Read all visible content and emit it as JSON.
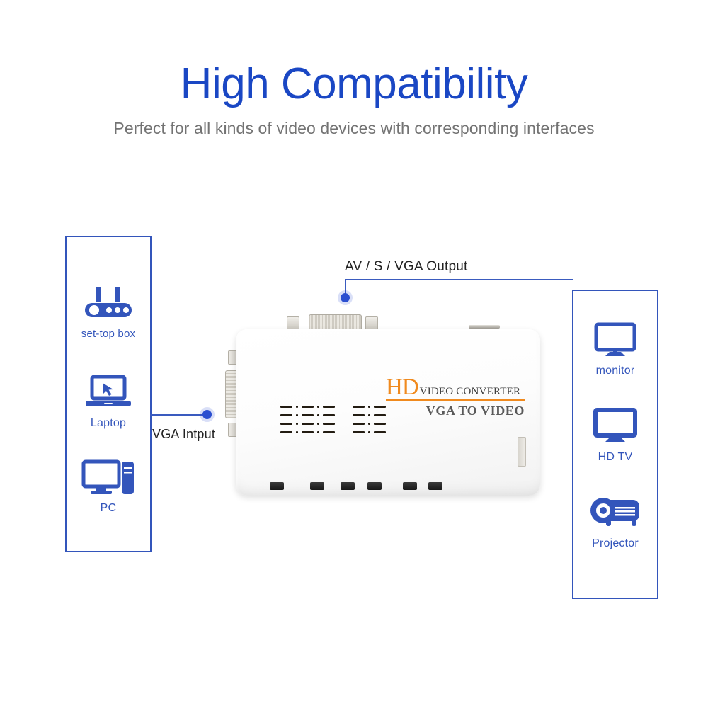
{
  "header": {
    "title": "High Compatibility",
    "subtitle": "Perfect for all kinds of video devices with corresponding interfaces",
    "title_color": "#1a47c4",
    "subtitle_color": "#737373"
  },
  "accent": {
    "panel_blue": "#3355bb",
    "line_blue": "#3a5bbf",
    "dot_blue": "#2b4fd0",
    "brand_orange": "#f08a1e"
  },
  "input_panel": {
    "items": [
      {
        "label": "set-top box",
        "icon": "set-top-box-icon"
      },
      {
        "label": "Laptop",
        "icon": "laptop-icon"
      },
      {
        "label": "PC",
        "icon": "desktop-pc-icon"
      }
    ]
  },
  "output_panel": {
    "items": [
      {
        "label": "monitor",
        "icon": "monitor-icon"
      },
      {
        "label": "HD TV",
        "icon": "hd-tv-icon"
      },
      {
        "label": "Projector",
        "icon": "projector-icon"
      }
    ]
  },
  "callouts": {
    "output": "AV / S / VGA Output",
    "input": "VGA Intput"
  },
  "device": {
    "brand_hd": "HD",
    "brand_converter": "VIDEO CONVERTER",
    "brand_subtitle": "VGA TO VIDEO"
  }
}
